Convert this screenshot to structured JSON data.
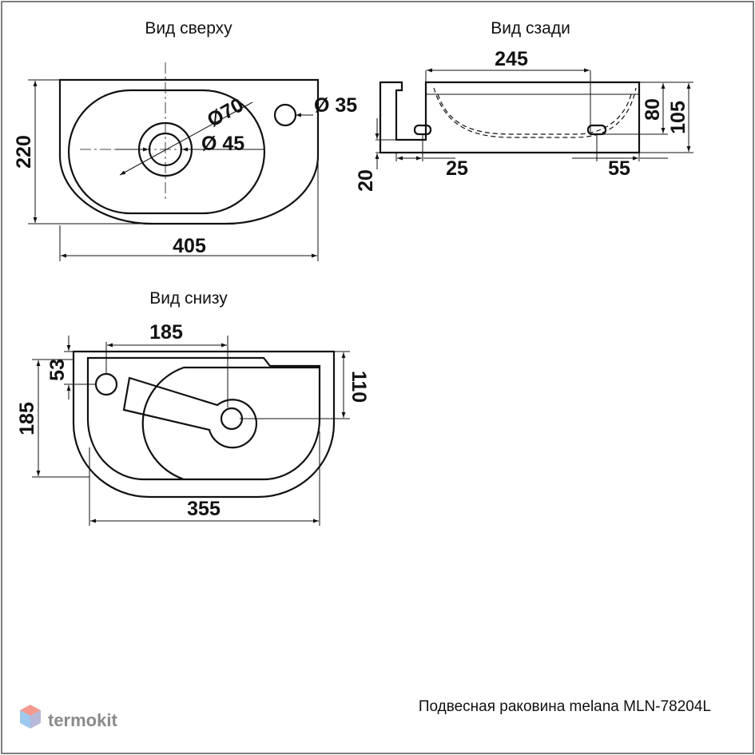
{
  "views": {
    "top": {
      "title": "Вид сверху",
      "dims": {
        "length": "405",
        "width": "220",
        "drain_outer": "Ø70",
        "drain_inner": "Ø 45",
        "faucet_hole": "Ø 35"
      }
    },
    "back": {
      "title": "Вид сзади",
      "dims": {
        "span": "245",
        "depth_inner": "80",
        "depth_total": "105",
        "bottom_offset": "20",
        "left_offset": "25",
        "right_offset": "55"
      }
    },
    "bottom": {
      "title": "Вид снизу",
      "dims": {
        "drain_pos": "185",
        "hole_offset": "53",
        "depth": "185",
        "inner_depth": "110",
        "length": "355"
      }
    }
  },
  "caption": "Подвесная раковина melana MLN-78204L",
  "brand": {
    "name": "termokit",
    "colors": {
      "top": "#f39a8f",
      "left": "#9ec9ef",
      "right": "#b8b8d8"
    }
  }
}
